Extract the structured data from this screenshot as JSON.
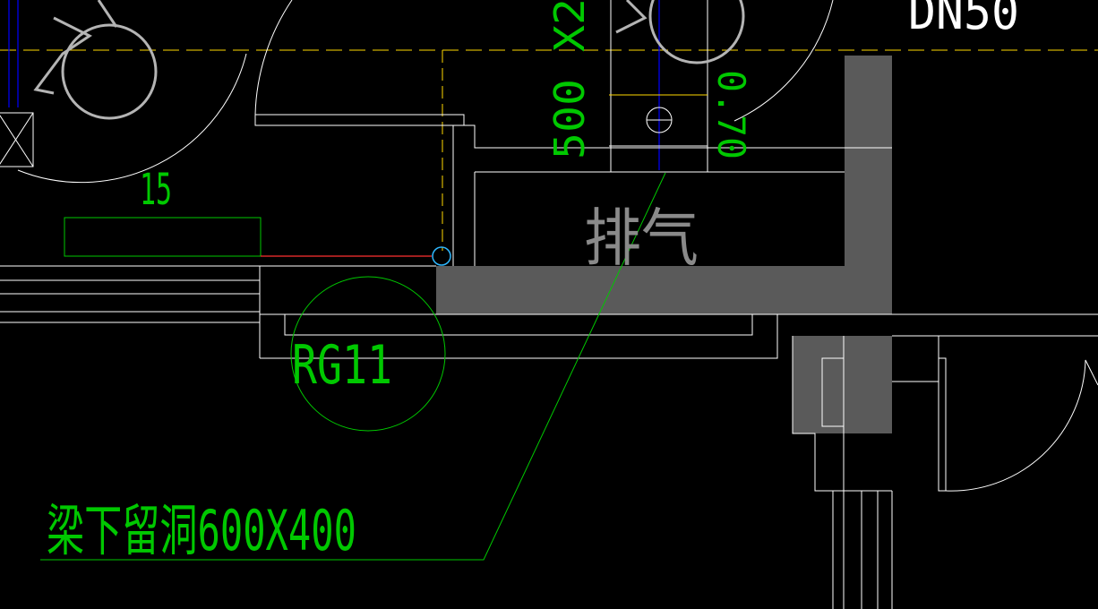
{
  "drawing": {
    "colors": {
      "background": "#000000",
      "line": "#ffffff",
      "annotation": "#00c800",
      "axis": "#ffd700",
      "pipe": "#0000ff",
      "link": "#ff3030",
      "beam": "#5a5a5a",
      "symbol": "#b4b4b4",
      "marker": "#2fb8ff"
    },
    "labels": {
      "top_right_pipe": "DN50",
      "dim_vertical": "500 X2",
      "dim_vertical_right": "0.70",
      "number_15": "15",
      "exhaust": "排气",
      "column_tag": "RG11",
      "opening_note": "梁下留洞600X400"
    },
    "icons": [
      "wheelchair-icon",
      "wheelchair-icon",
      "door-swing-arc-icon",
      "door-swing-arc-icon"
    ]
  }
}
